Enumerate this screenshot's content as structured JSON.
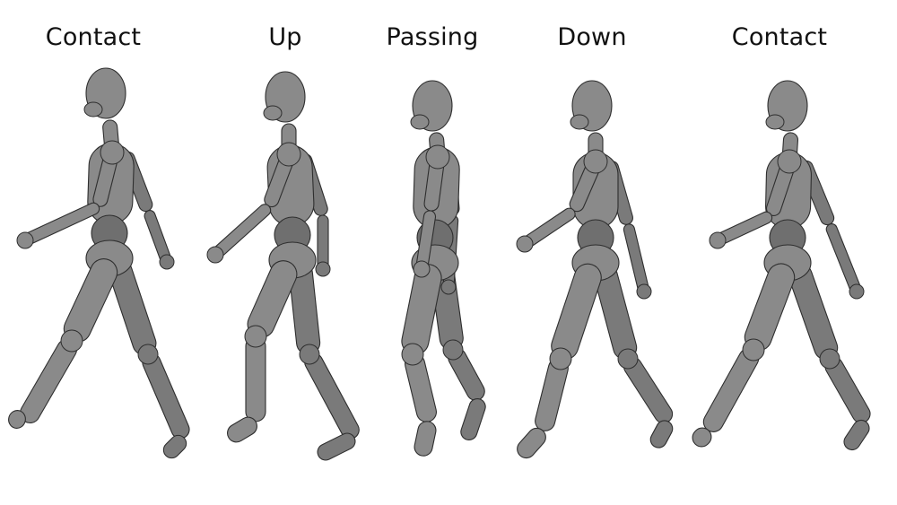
{
  "colors": {
    "background": "#ffffff",
    "mannequin": "#8a8a8a",
    "mannequin_shade": "#6f6f6f",
    "mannequin_far": "#7a7a7a",
    "outline": "#2e2e2e",
    "label_text": "#111111"
  },
  "poses": [
    {
      "label": "Contact"
    },
    {
      "label": "Up"
    },
    {
      "label": "Passing"
    },
    {
      "label": "Down"
    },
    {
      "label": "Contact"
    }
  ]
}
